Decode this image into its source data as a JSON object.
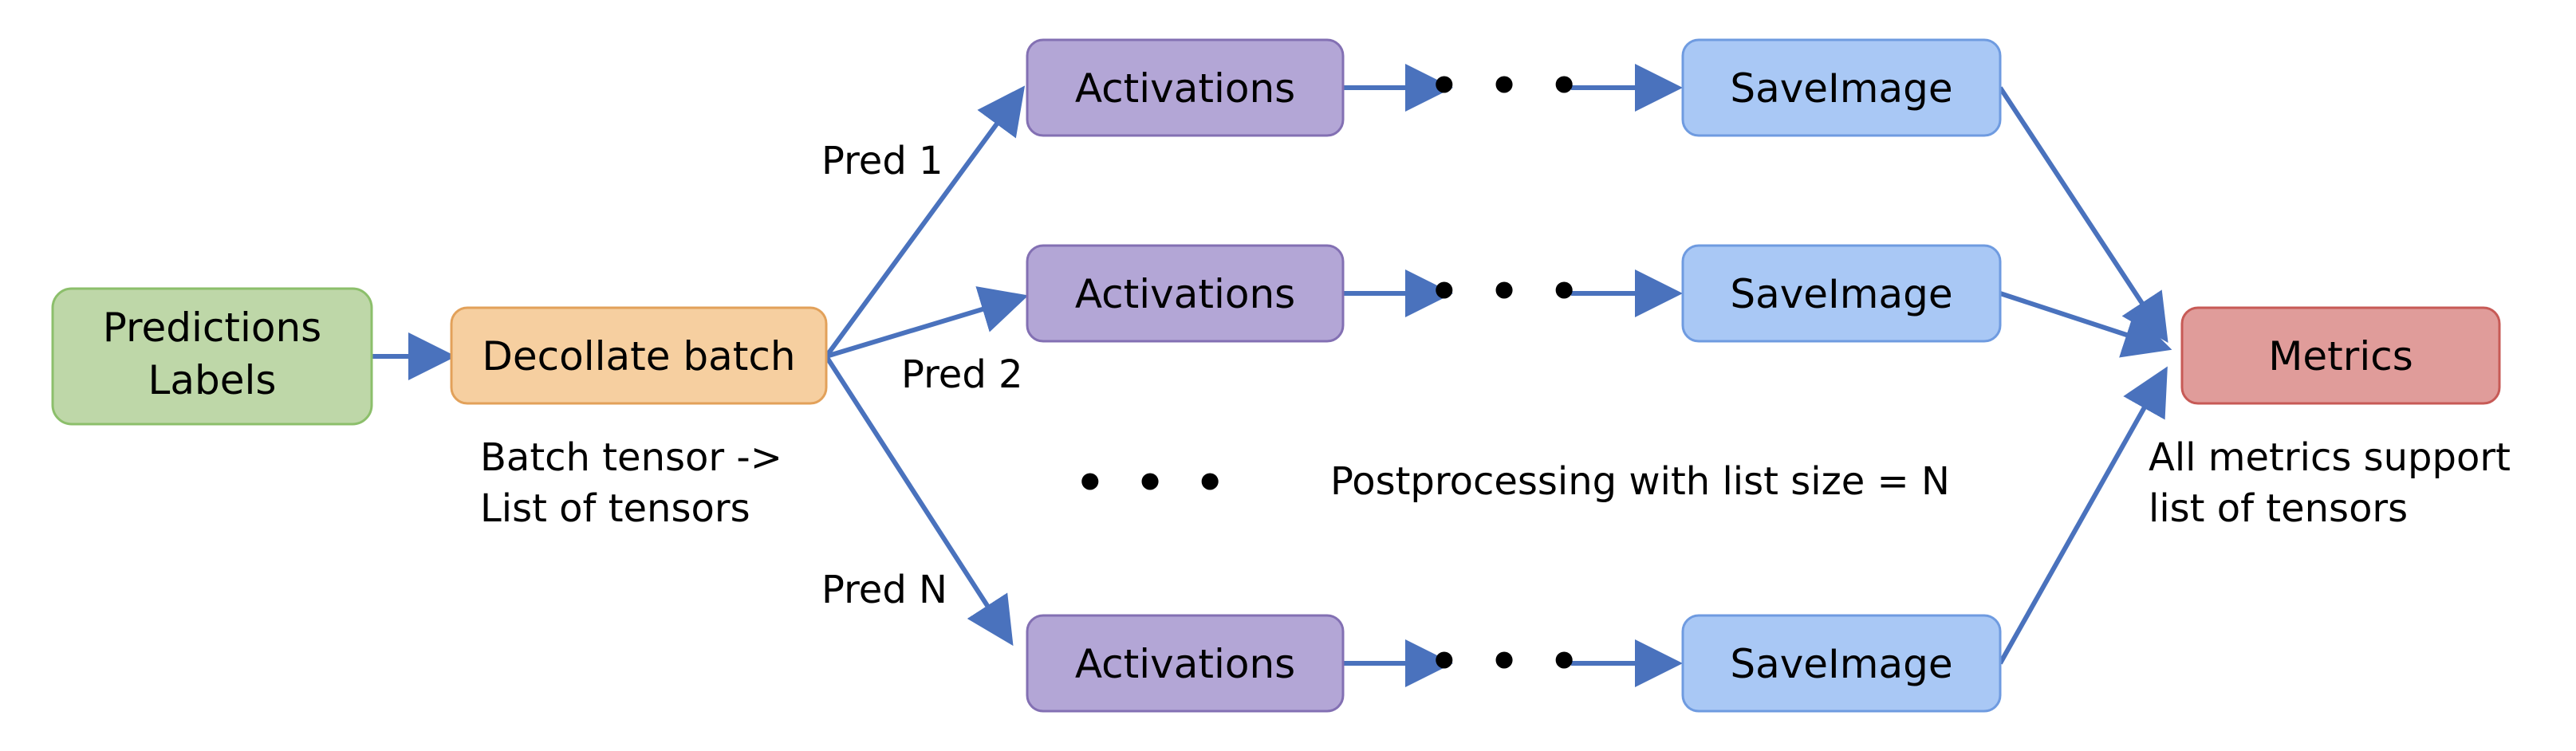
{
  "diagram": {
    "nodes": {
      "predictions_labels": {
        "lines": [
          "Predictions",
          "Labels"
        ],
        "fill": "#bed7a8",
        "stroke": "#8cbf6b"
      },
      "decollate": {
        "label": "Decollate batch",
        "fill": "#f6cfa0",
        "stroke": "#e2a15a"
      },
      "activations_1": {
        "label": "Activations",
        "fill": "#b3a6d6",
        "stroke": "#8370b3"
      },
      "activations_2": {
        "label": "Activations",
        "fill": "#b3a6d6",
        "stroke": "#8370b3"
      },
      "activations_n": {
        "label": "Activations",
        "fill": "#b3a6d6",
        "stroke": "#8370b3"
      },
      "saveimage_1": {
        "label": "SaveImage",
        "fill": "#a9c8f5",
        "stroke": "#6f9be0"
      },
      "saveimage_2": {
        "label": "SaveImage",
        "fill": "#a9c8f5",
        "stroke": "#6f9be0"
      },
      "saveimage_n": {
        "label": "SaveImage",
        "fill": "#a9c8f5",
        "stroke": "#6f9be0"
      },
      "metrics": {
        "label": "Metrics",
        "fill": "#e09c9a",
        "stroke": "#c75a56"
      }
    },
    "edge_labels": {
      "pred_1": "Pred 1",
      "pred_2": "Pred 2",
      "pred_n": "Pred N"
    },
    "annotations": {
      "decollate_note": [
        "Batch tensor ->",
        "List of tensors"
      ],
      "postprocessing_note": "Postprocessing with list size = N",
      "metrics_note": [
        "All metrics support",
        "list of tensors"
      ],
      "ellipsis": "• • •"
    },
    "arrow_color": "#4a72bd"
  }
}
